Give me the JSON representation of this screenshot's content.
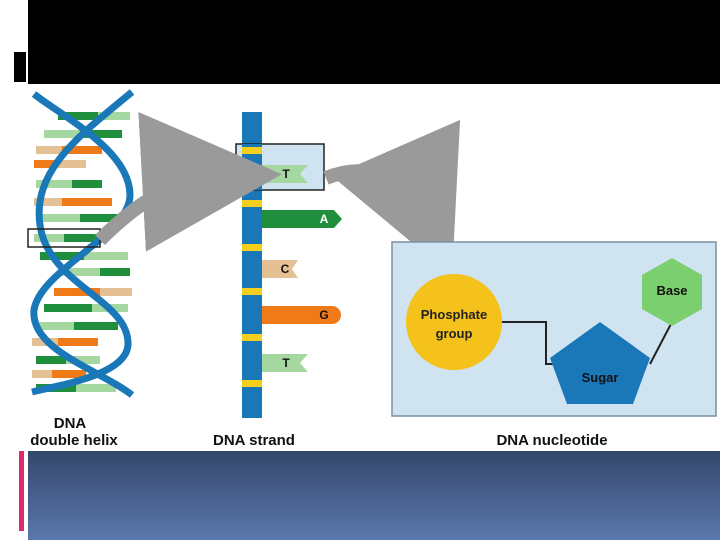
{
  "slide": {
    "header_color": "#000000",
    "footer_color_top": "#34476c",
    "footer_color_bottom": "#5a78ac",
    "accent_color": "#e02a6f"
  },
  "figure": {
    "labels": {
      "helix_line1": "DNA",
      "helix_line2": "double helix",
      "strand": "DNA strand",
      "nucleotide": "DNA nucleotide"
    },
    "strand_bases": [
      "T",
      "A",
      "C",
      "G",
      "T"
    ],
    "nucleotide_parts": {
      "phosphate_line1": "Phosphate",
      "phosphate_line2": "group",
      "sugar": "Sugar",
      "base": "Base"
    },
    "colors": {
      "backbone_blue": "#1a78b8",
      "backbone_yellow": "#f5cf1b",
      "base_green": "#1f8f3e",
      "base_orange": "#f07a18",
      "base_tan": "#e6c095",
      "base_lightgreen": "#a5d8a0",
      "panel_bg": "#cfe3f1",
      "phosphate_yellow": "#f5c21c",
      "sugar_blue": "#1a78b8",
      "base_hexagon": "#7ccf6e",
      "arrow_gray": "#9a9a9a"
    },
    "icons": [
      "curved-arrow-icon",
      "curved-arrow-icon"
    ]
  }
}
